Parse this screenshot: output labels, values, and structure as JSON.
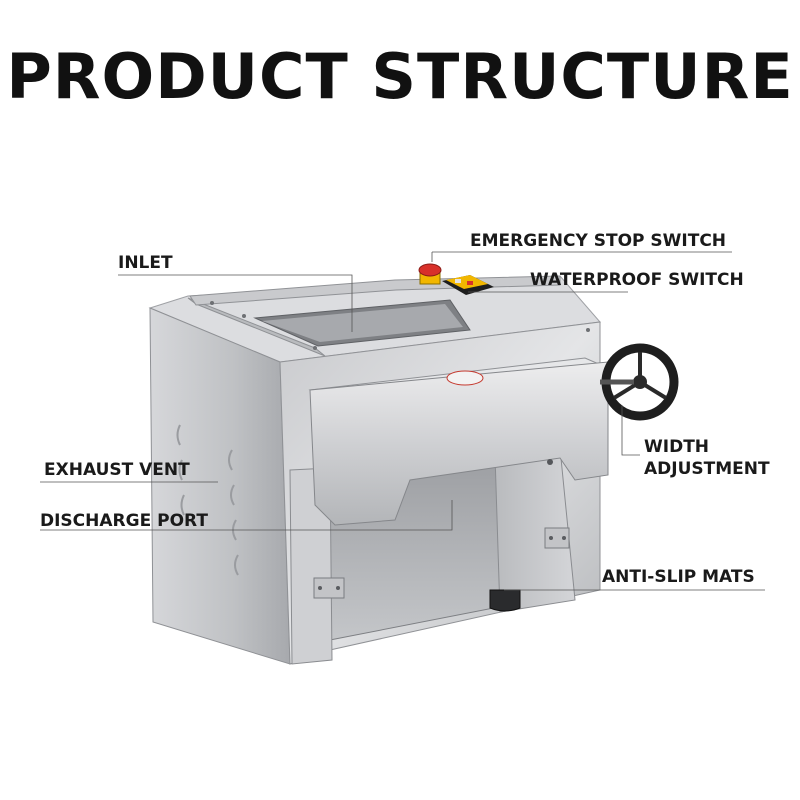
{
  "title": "PRODUCT STRUCTURE",
  "labels": {
    "inlet": "INLET",
    "emergency_stop_switch": "EMERGENCY STOP SWITCH",
    "waterproof_switch": "WATERPROOF SWITCH",
    "width_adjustment_line1": "WIDTH",
    "width_adjustment_line2": "ADJUSTMENT",
    "exhaust_vent": "EXHAUST VENT",
    "discharge_port": "DISCHARGE PORT",
    "anti_slip_mats": "ANTI-SLIP MATS"
  },
  "colors": {
    "steel_light": "#d9dadc",
    "steel_mid": "#b4b6b9",
    "steel_dark": "#8c8e92",
    "handwheel": "#1e1e1e",
    "emergency_button": "#d8312a",
    "switch_body": "#f2b700"
  }
}
